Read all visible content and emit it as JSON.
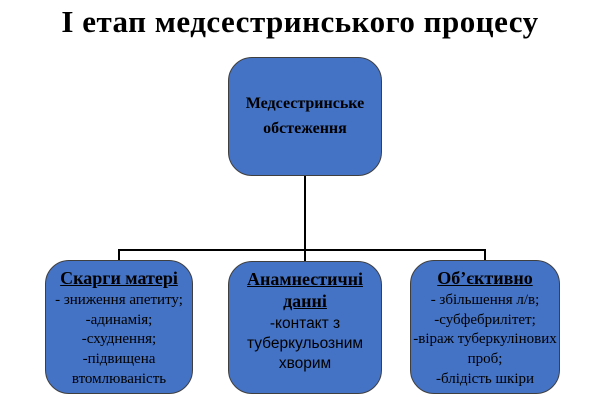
{
  "title": "І етап медсестринського процесу",
  "colors": {
    "background": "#FFFFFF",
    "box_fill": "#4472C4",
    "box_border": "#3F3F3F",
    "connector_line": "#000000",
    "text": "#000000"
  },
  "root_box": {
    "label": "Медсестринське\nобстеження"
  },
  "children": [
    {
      "heading": "Скарги матері",
      "body": "- зниження апетиту;\n-адинамія;\n-схуднення;\n-підвищена\nвтомлюваність"
    },
    {
      "heading": "Анамнестичні\nданні",
      "body": "-контакт з\nтуберкульозним\nхворим"
    },
    {
      "heading": "Об’єктивно",
      "body": "- збільшення л/в;\n-субфебрилітет;\n-віраж туберкулінових\nпроб;\n-блідість шкіри"
    }
  ]
}
